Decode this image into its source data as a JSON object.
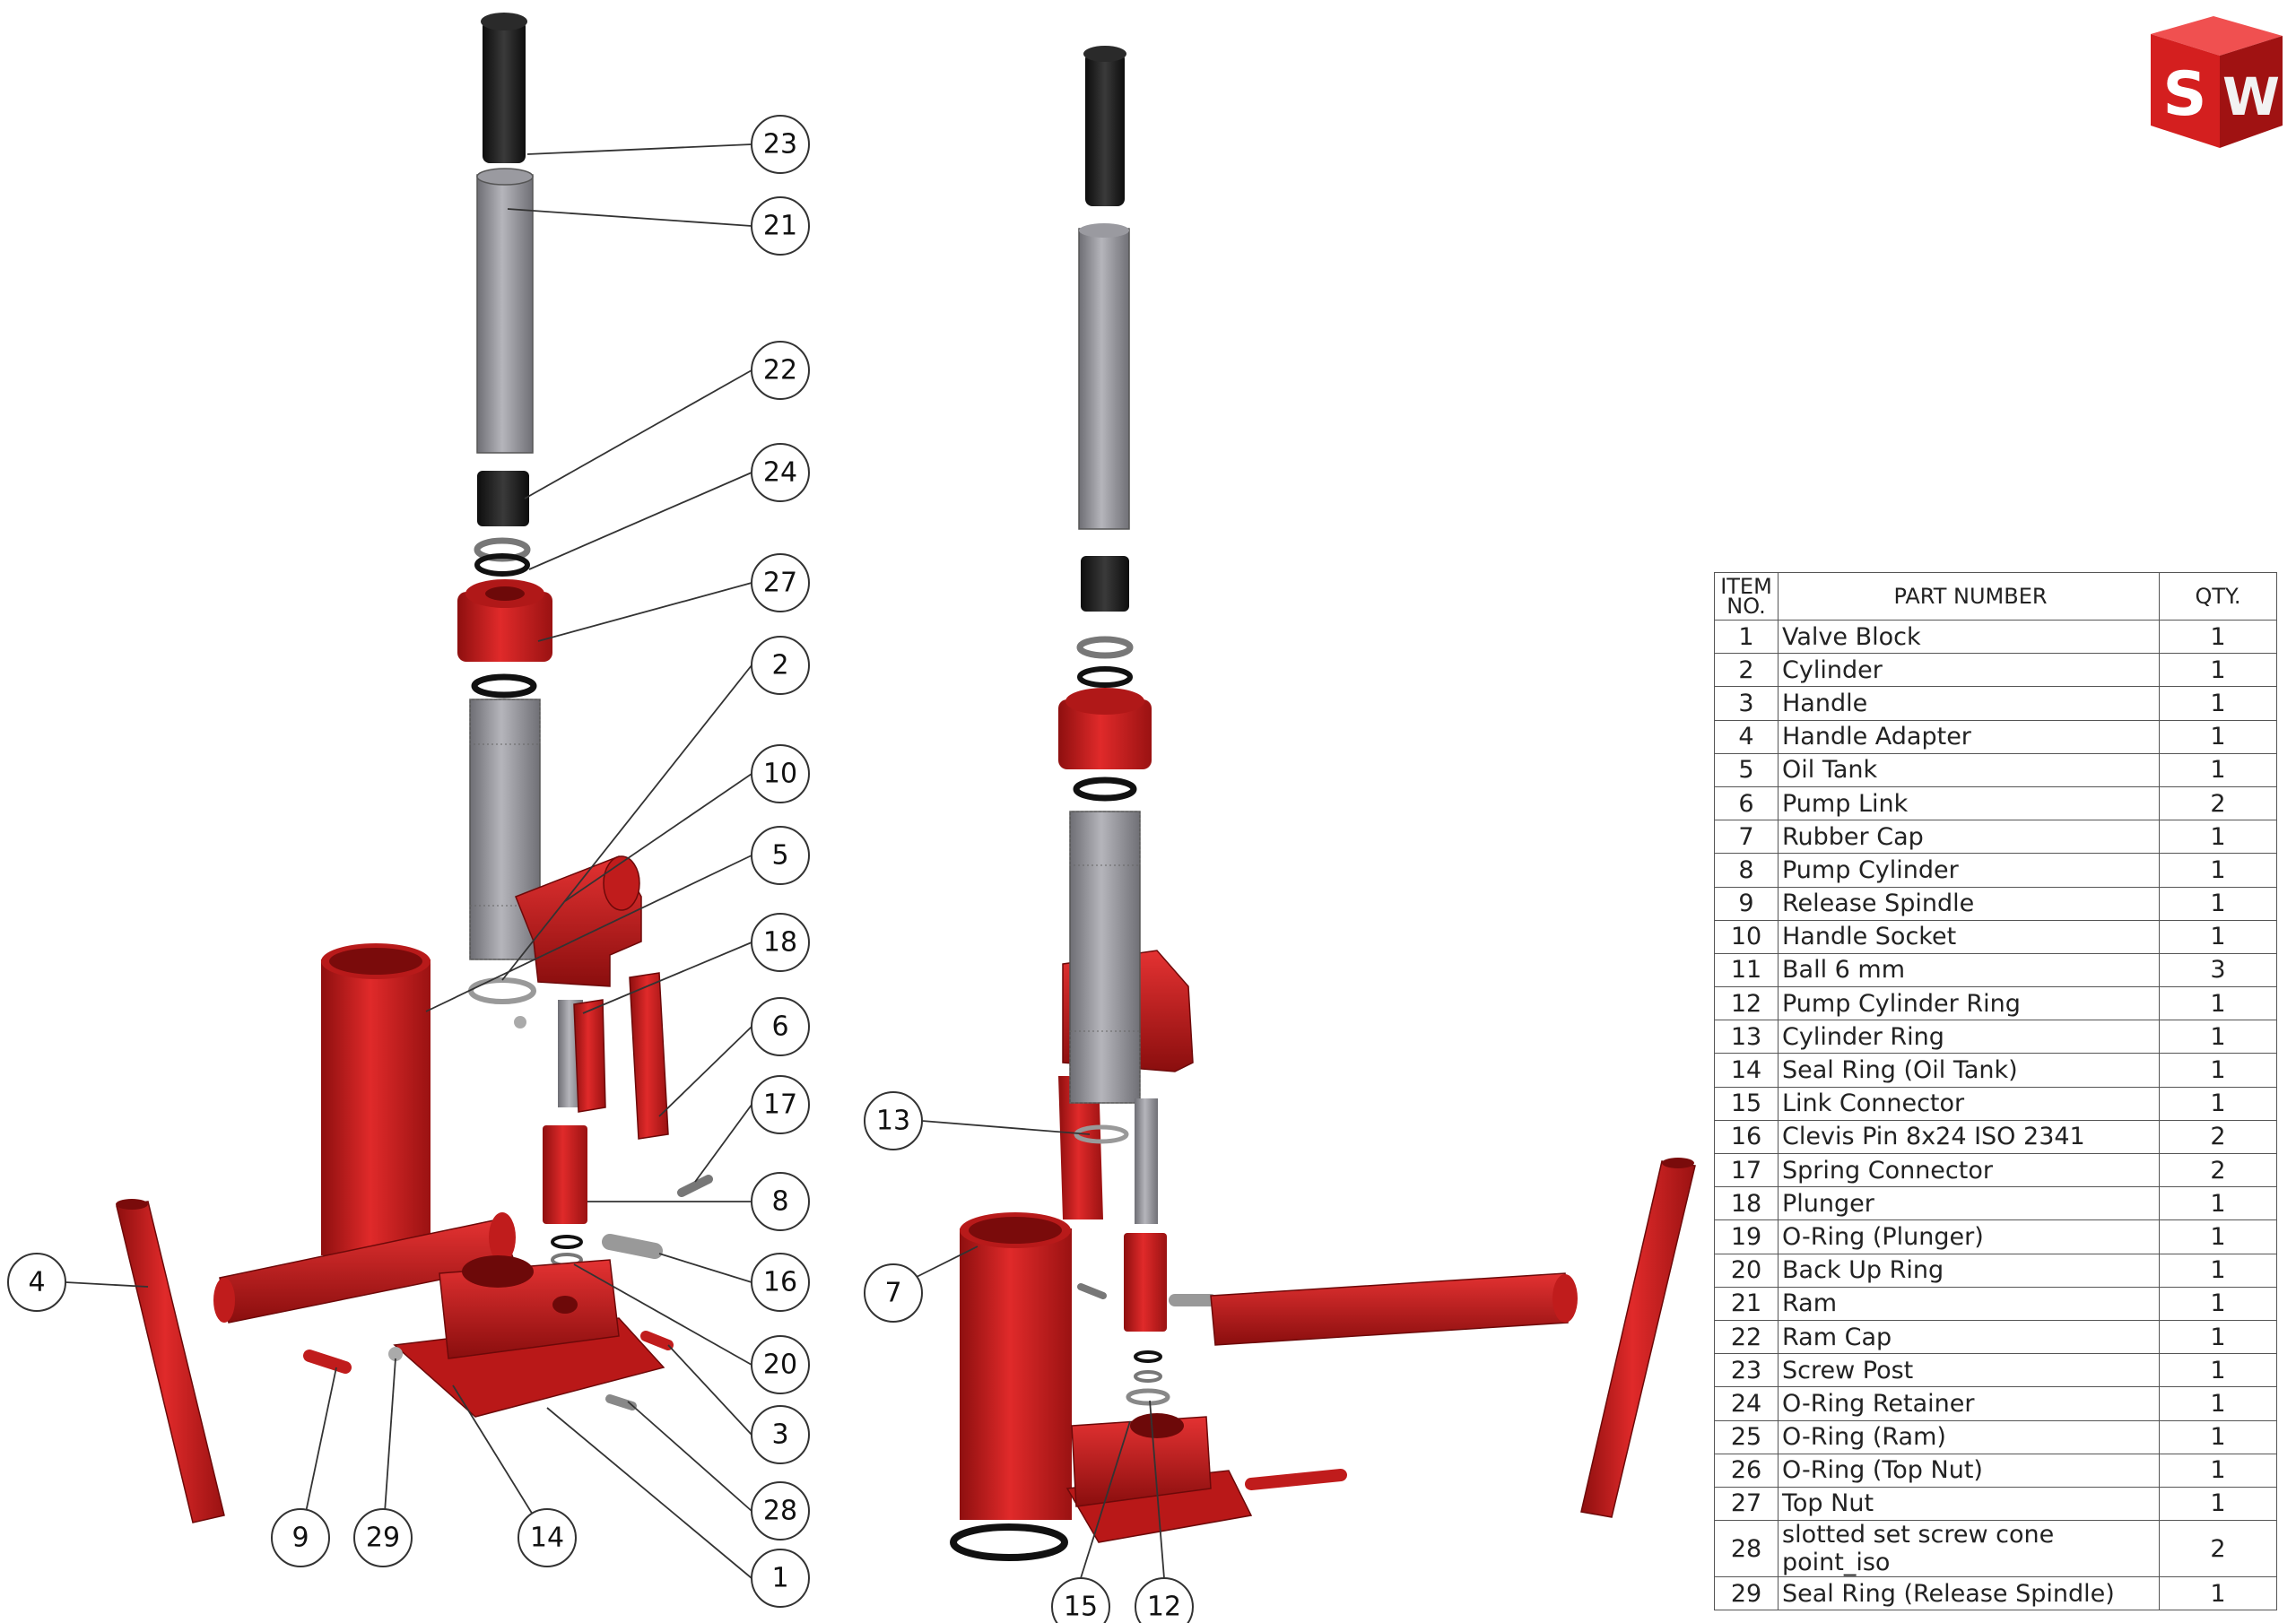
{
  "balloons": [
    "23",
    "21",
    "22",
    "24",
    "27",
    "2",
    "10",
    "5",
    "18",
    "6",
    "17",
    "8",
    "16",
    "20",
    "3",
    "28",
    "1",
    "4",
    "9",
    "29",
    "14",
    "13",
    "7",
    "15",
    "12"
  ],
  "bom": {
    "headers": {
      "item_line1": "ITEM",
      "item_line2": "NO.",
      "part": "PART NUMBER",
      "qty": "QTY."
    },
    "rows": [
      {
        "item": "1",
        "part": "Valve Block",
        "qty": "1"
      },
      {
        "item": "2",
        "part": "Cylinder",
        "qty": "1"
      },
      {
        "item": "3",
        "part": "Handle",
        "qty": "1"
      },
      {
        "item": "4",
        "part": "Handle Adapter",
        "qty": "1"
      },
      {
        "item": "5",
        "part": "Oil Tank",
        "qty": "1"
      },
      {
        "item": "6",
        "part": "Pump Link",
        "qty": "2"
      },
      {
        "item": "7",
        "part": "Rubber Cap",
        "qty": "1"
      },
      {
        "item": "8",
        "part": "Pump Cylinder",
        "qty": "1"
      },
      {
        "item": "9",
        "part": "Release Spindle",
        "qty": "1"
      },
      {
        "item": "10",
        "part": "Handle Socket",
        "qty": "1"
      },
      {
        "item": "11",
        "part": "Ball 6 mm",
        "qty": "3"
      },
      {
        "item": "12",
        "part": "Pump Cylinder Ring",
        "qty": "1"
      },
      {
        "item": "13",
        "part": "Cylinder Ring",
        "qty": "1"
      },
      {
        "item": "14",
        "part": "Seal Ring (Oil Tank)",
        "qty": "1"
      },
      {
        "item": "15",
        "part": "Link Connector",
        "qty": "1"
      },
      {
        "item": "16",
        "part": "Clevis Pin 8x24 ISO 2341",
        "qty": "2"
      },
      {
        "item": "17",
        "part": "Spring Connector",
        "qty": "2"
      },
      {
        "item": "18",
        "part": "Plunger",
        "qty": "1"
      },
      {
        "item": "19",
        "part": "O-Ring (Plunger)",
        "qty": "1"
      },
      {
        "item": "20",
        "part": "Back Up Ring",
        "qty": "1"
      },
      {
        "item": "21",
        "part": "Ram",
        "qty": "1"
      },
      {
        "item": "22",
        "part": "Ram Cap",
        "qty": "1"
      },
      {
        "item": "23",
        "part": "Screw Post",
        "qty": "1"
      },
      {
        "item": "24",
        "part": "O-Ring Retainer",
        "qty": "1"
      },
      {
        "item": "25",
        "part": "O-Ring (Ram)",
        "qty": "1"
      },
      {
        "item": "26",
        "part": "O-Ring (Top Nut)",
        "qty": "1"
      },
      {
        "item": "27",
        "part": "Top Nut",
        "qty": "1"
      },
      {
        "item": "28",
        "part": "slotted set screw cone point_iso",
        "qty": "2"
      },
      {
        "item": "29",
        "part": "Seal Ring (Release Spindle)",
        "qty": "1"
      }
    ]
  },
  "logo": {
    "text_s": "S",
    "text_w": "W"
  },
  "colors": {
    "part_red": "#d41f1f",
    "part_red_dark": "#8e0f0f",
    "part_gray": "#8f8f94",
    "part_black": "#1c1c1c",
    "line": "#333333"
  }
}
